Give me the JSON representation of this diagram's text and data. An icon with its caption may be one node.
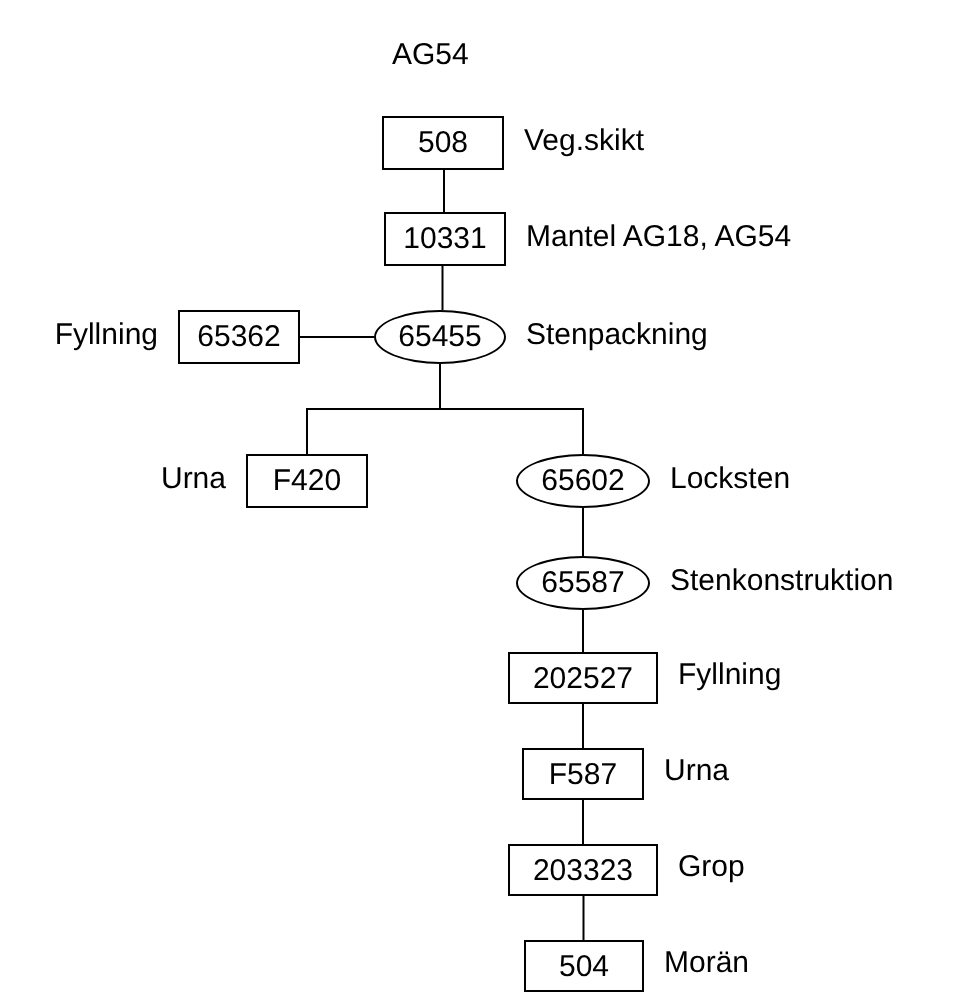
{
  "diagram": {
    "title": "AG54",
    "nodes": [
      {
        "text": [
          "508"
        ],
        "beside": [
          "Veg.skikt"
        ]
      },
      {
        "text": [
          "10331"
        ],
        "beside": [
          "Mantel AG18, AG54"
        ]
      },
      {
        "text": [
          "65362"
        ],
        "beside": [
          "Fyllning"
        ]
      },
      {
        "text": [
          "65455"
        ],
        "beside": [
          "Stenpackning"
        ]
      },
      {
        "text": [
          "F420"
        ],
        "beside": [
          "Urna"
        ]
      },
      {
        "text": [
          "65602"
        ],
        "beside": [
          "Locksten"
        ]
      },
      {
        "text": [
          "65587"
        ],
        "beside": [
          "Stenkonstruktion"
        ]
      },
      {
        "text": [
          "202527"
        ],
        "beside": [
          "Fyllning"
        ]
      },
      {
        "text": [
          "F587"
        ],
        "beside": [
          "Urna"
        ]
      },
      {
        "text": [
          "203323"
        ],
        "beside": [
          "Grop"
        ]
      },
      {
        "text": [
          "504"
        ],
        "beside": [
          "Morän"
        ]
      }
    ],
    "edges": [
      {
        "from": 0,
        "to": 1,
        "arrow": "none"
      },
      {
        "from": 1,
        "to": 3,
        "arrow": "none"
      },
      {
        "from": 2,
        "to": 3,
        "arrow": "none"
      },
      {
        "from": 3,
        "to": 4,
        "arrow": "none"
      },
      {
        "from": 3,
        "to": 5,
        "arrow": "none"
      },
      {
        "from": 5,
        "to": 6,
        "arrow": "none"
      },
      {
        "from": 6,
        "to": 7,
        "arrow": "none"
      },
      {
        "from": 7,
        "to": 8,
        "arrow": "none"
      },
      {
        "from": 8,
        "to": 9,
        "arrow": "none"
      },
      {
        "from": 9,
        "to": 10,
        "arrow": "none"
      }
    ]
  }
}
